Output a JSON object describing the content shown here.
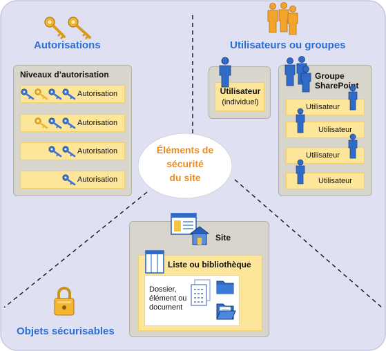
{
  "center": {
    "line1": "Éléments de",
    "line2": "sécurité",
    "line3": "du site"
  },
  "permissions": {
    "title": "Autorisations",
    "levels_title": "Niveaux d’autorisation",
    "rows": [
      {
        "label": "Autorisation",
        "keys": [
          "blue",
          "orange",
          "blue",
          "blue"
        ]
      },
      {
        "label": "Autorisation",
        "keys": [
          "orange",
          "blue",
          "blue"
        ]
      },
      {
        "label": "Autorisation",
        "keys": [
          "blue",
          "blue"
        ]
      },
      {
        "label": "Autorisation",
        "keys": [
          "blue"
        ]
      }
    ]
  },
  "users": {
    "title": "Utilisateurs ou groupes",
    "user_title": "Utilisateur",
    "user_sub": "(individuel)",
    "group_title_1": "Groupe",
    "group_title_2": "SharePoint",
    "members": [
      "Utilisateur",
      "Utilisateur",
      "Utilisateur",
      "Utilisateur"
    ]
  },
  "securables": {
    "title": "Objets sécurisables",
    "site_label": "Site",
    "list_label": "Liste ou bibliothèque",
    "item_line1": "Dossier,",
    "item_line2": "élément ou",
    "item_line3": "document"
  },
  "colors": {
    "background_panel": "#dfe0f2",
    "accent_blue": "#2a6fd6",
    "center_orange": "#f08a1c",
    "yellow_box": "#fde69a",
    "gray_box": "#d8d6cc"
  }
}
